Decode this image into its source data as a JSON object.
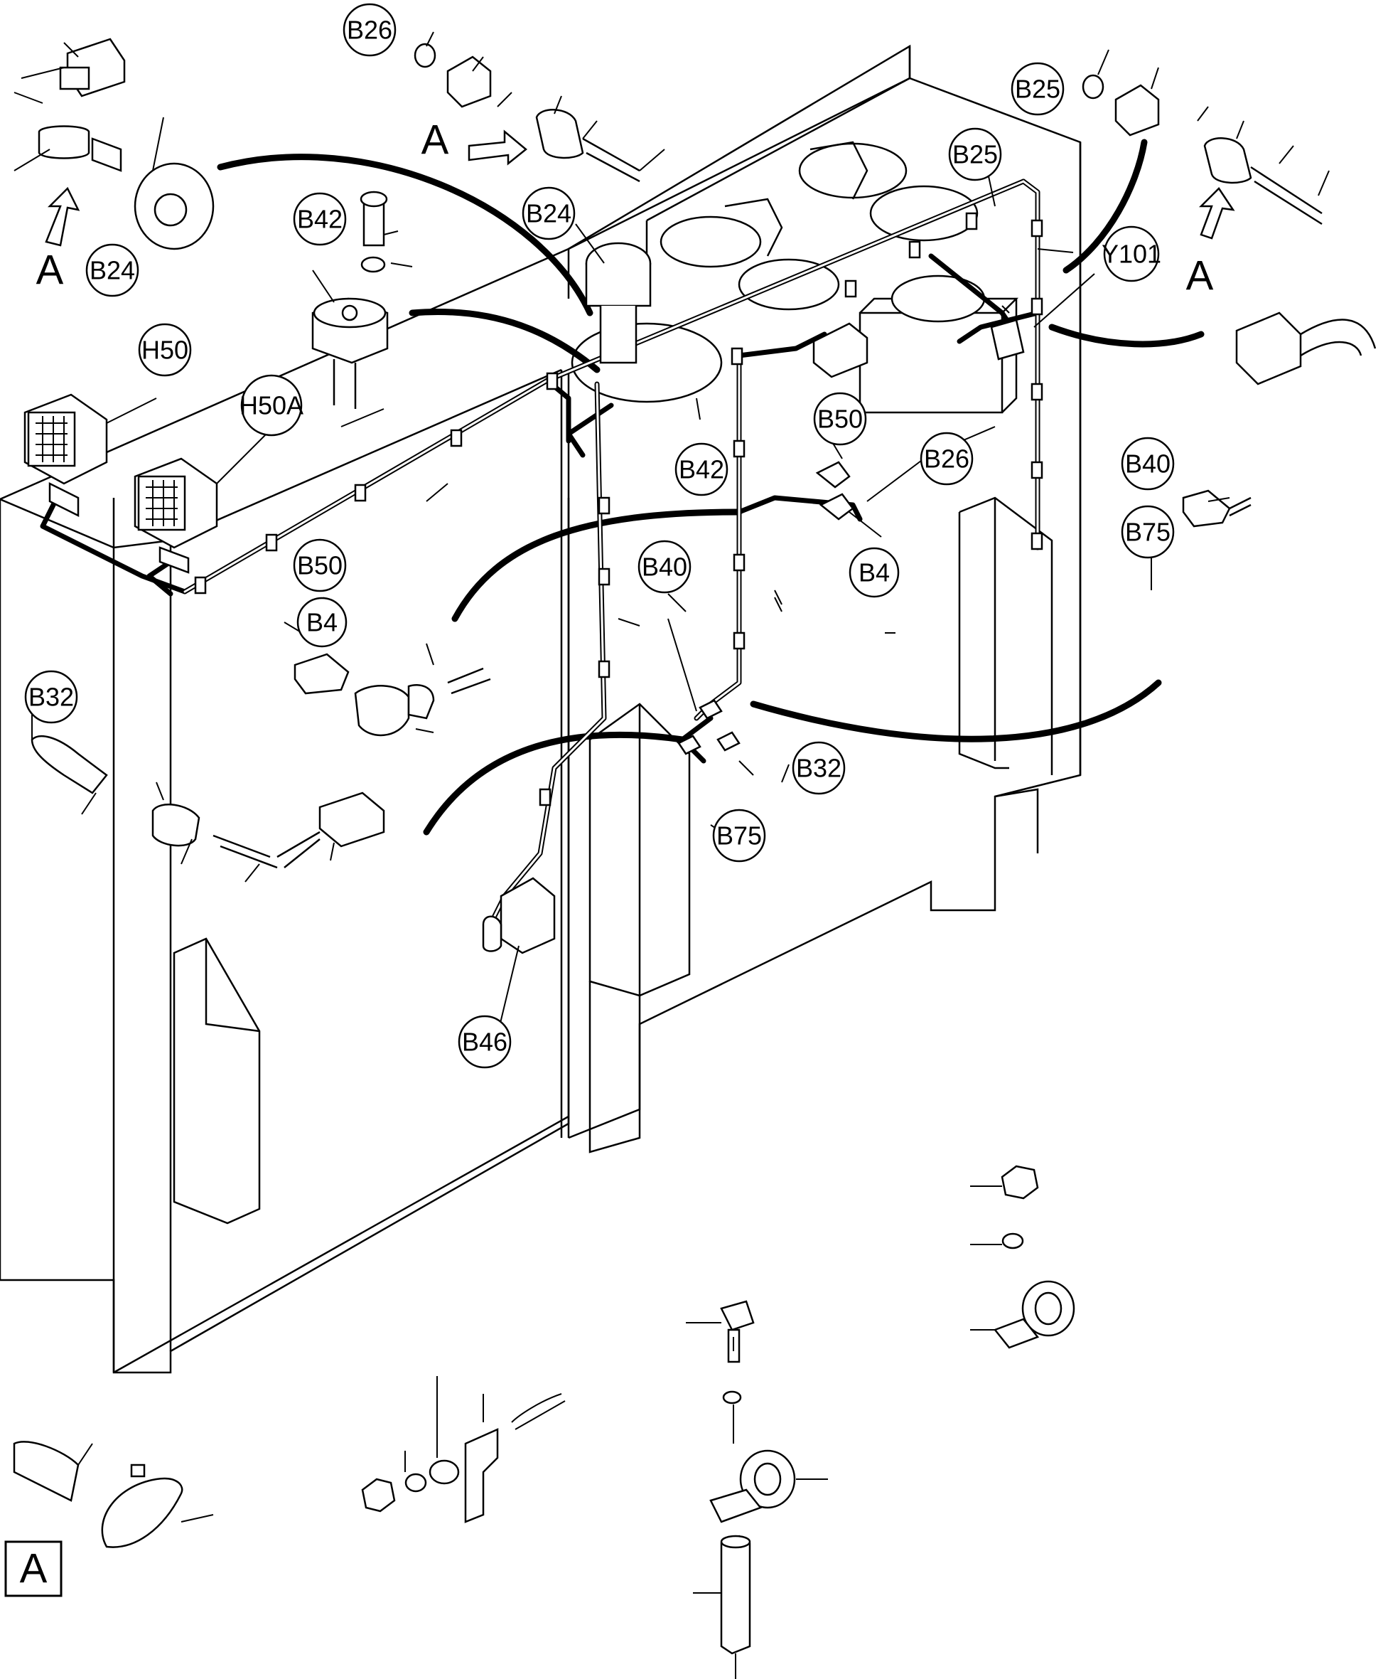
{
  "labels": {
    "b26_top": "B26",
    "b25_top": "B25",
    "b25_mid": "B25",
    "b24_mid": "B24",
    "b24_left": "B24",
    "b42_top": "B42",
    "y101": "Y101",
    "h50": "H50",
    "h50a": "H50A",
    "b50_right": "B50",
    "b26_mid": "B26",
    "b42_mid": "B42",
    "b40_right": "B40",
    "b75_right": "B75",
    "b50_left": "B50",
    "b4_left": "B4",
    "b40_mid": "B40",
    "b4_right": "B4",
    "b32_left": "B32",
    "b32_mid": "B32",
    "b75_mid": "B75",
    "b46": "B46"
  },
  "view_markers": {
    "a_top": "A",
    "a_left": "A",
    "a_right": "A",
    "a_box": "A"
  }
}
